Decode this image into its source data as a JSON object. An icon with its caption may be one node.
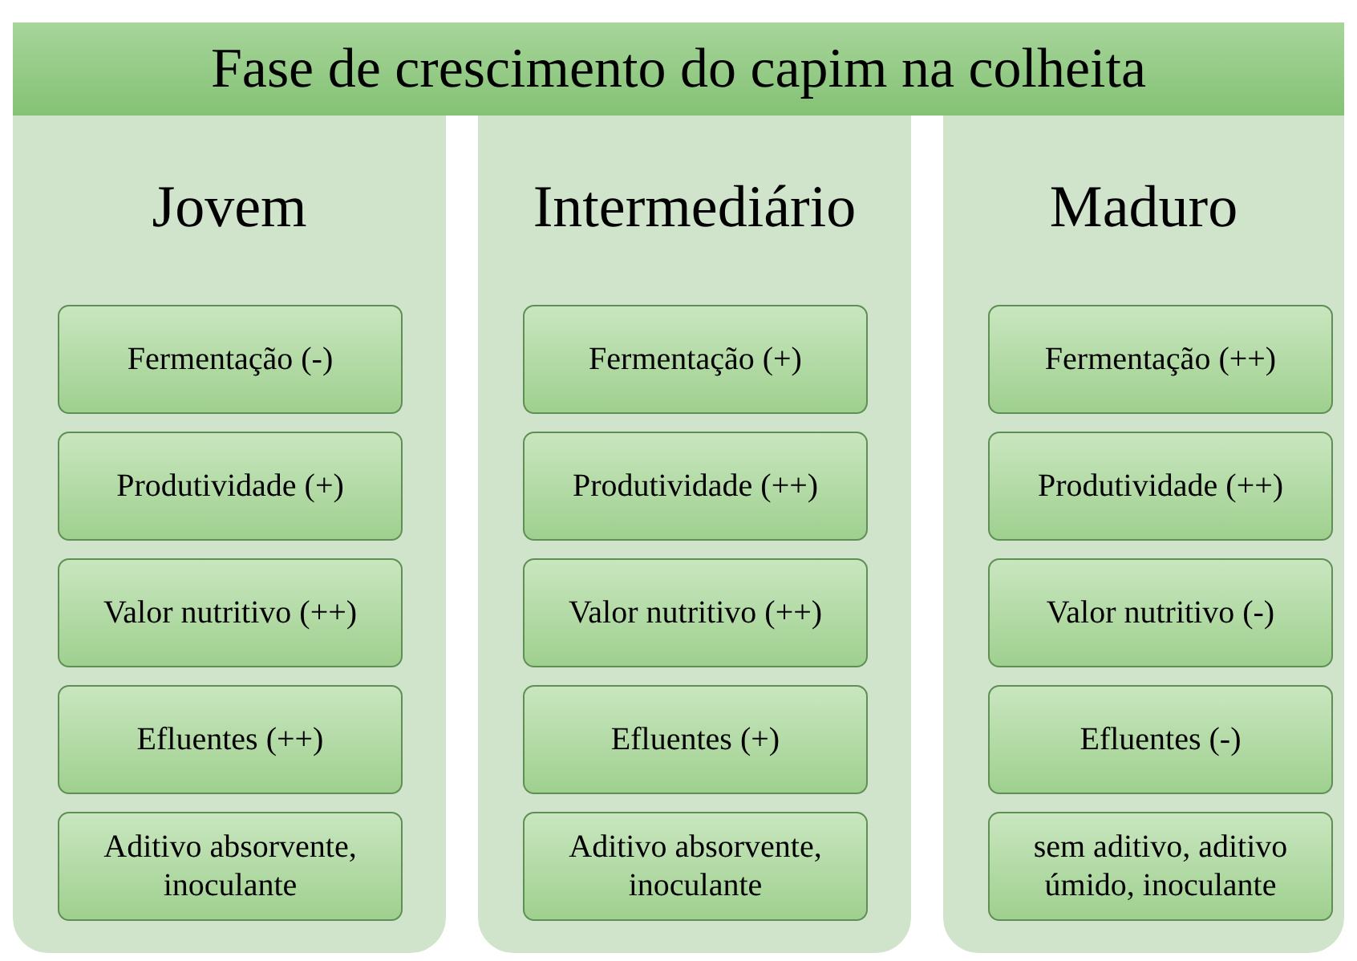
{
  "diagram": {
    "nodes": [
      {
        "text": [
          "Fase de crescimento do capim na colheita"
        ]
      },
      {
        "text": [
          "Jovem"
        ]
      },
      {
        "text": [
          "Fermentação (-)"
        ],
        "in": 1
      },
      {
        "text": [
          "Produtividade (+)"
        ],
        "in": 1
      },
      {
        "text": [
          "Valor nutritivo (++)"
        ],
        "in": 1
      },
      {
        "text": [
          "Efluentes (++)"
        ],
        "in": 1
      },
      {
        "text": [
          "Aditivo absorvente, inoculante"
        ],
        "in": 1
      },
      {
        "text": [
          "Intermediário"
        ]
      },
      {
        "text": [
          "Fermentação (+)"
        ],
        "in": 7
      },
      {
        "text": [
          "Produtividade (++)"
        ],
        "in": 7
      },
      {
        "text": [
          "Valor nutritivo (++)"
        ],
        "in": 7
      },
      {
        "text": [
          "Efluentes (+)"
        ],
        "in": 7
      },
      {
        "text": [
          "Aditivo absorvente, inoculante"
        ],
        "in": 7
      },
      {
        "text": [
          "Maduro"
        ]
      },
      {
        "text": [
          "Fermentação (++)"
        ],
        "in": 13
      },
      {
        "text": [
          "Produtividade (++)"
        ],
        "in": 13
      },
      {
        "text": [
          "Valor nutritivo (-)"
        ],
        "in": 13
      },
      {
        "text": [
          "Efluentes (-)"
        ],
        "in": 13
      },
      {
        "text": [
          "sem aditivo, aditivo úmido, inoculante"
        ],
        "in": 13
      }
    ]
  }
}
